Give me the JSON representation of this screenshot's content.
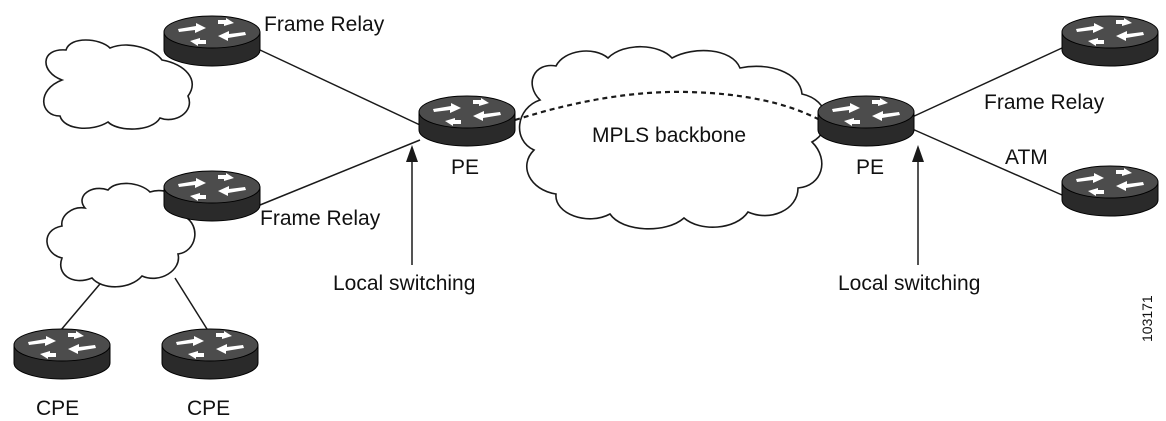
{
  "diagram": {
    "labels": {
      "fr_top_left": "Frame Relay",
      "fr_mid_left": "Frame Relay",
      "fr_right": "Frame Relay",
      "atm_right": "ATM",
      "mpls_backbone": "MPLS backbone",
      "pe_left": "PE",
      "pe_right": "PE",
      "local_switching_left": "Local switching",
      "local_switching_right": "Local switching",
      "cpe_left": "CPE",
      "cpe_right": "CPE",
      "figure_number": "103171"
    },
    "router_icon": "router-icon",
    "cloud_icon": "cloud-icon",
    "colors": {
      "router_top": "#4c4c4c",
      "router_body": "#2a2a2a",
      "lines": "#1a1a1a",
      "background": "#ffffff"
    }
  }
}
